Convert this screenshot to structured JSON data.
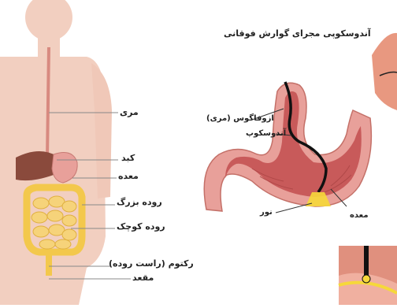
{
  "left_panel": {
    "labels": {
      "esophagus": "مری",
      "liver": "کبد",
      "stomach": "معده",
      "large_intestine": "روده بزرگ",
      "small_intestine": "روده کوچک",
      "rectum": "رکتوم (راست روده)",
      "anus": "مقعد"
    }
  },
  "right_panel": {
    "title": "آندوسکوپی مجرای گوارش فوقانی",
    "labels": {
      "esophagus": "ازوفاگوس (مری)",
      "endoscope": "آندوسکوپ",
      "light": "نور",
      "stomach": "معده"
    }
  },
  "colors": {
    "background": "#ffffff",
    "skin": "#f2cfc0",
    "stomach_wall": "#e8a09a",
    "stomach_inner": "#c85a5a",
    "intestine": "#f3c84c",
    "liver": "#8a4a3c",
    "scope": "#111111",
    "light": "#f6d83a",
    "leader_line": "#888888"
  }
}
